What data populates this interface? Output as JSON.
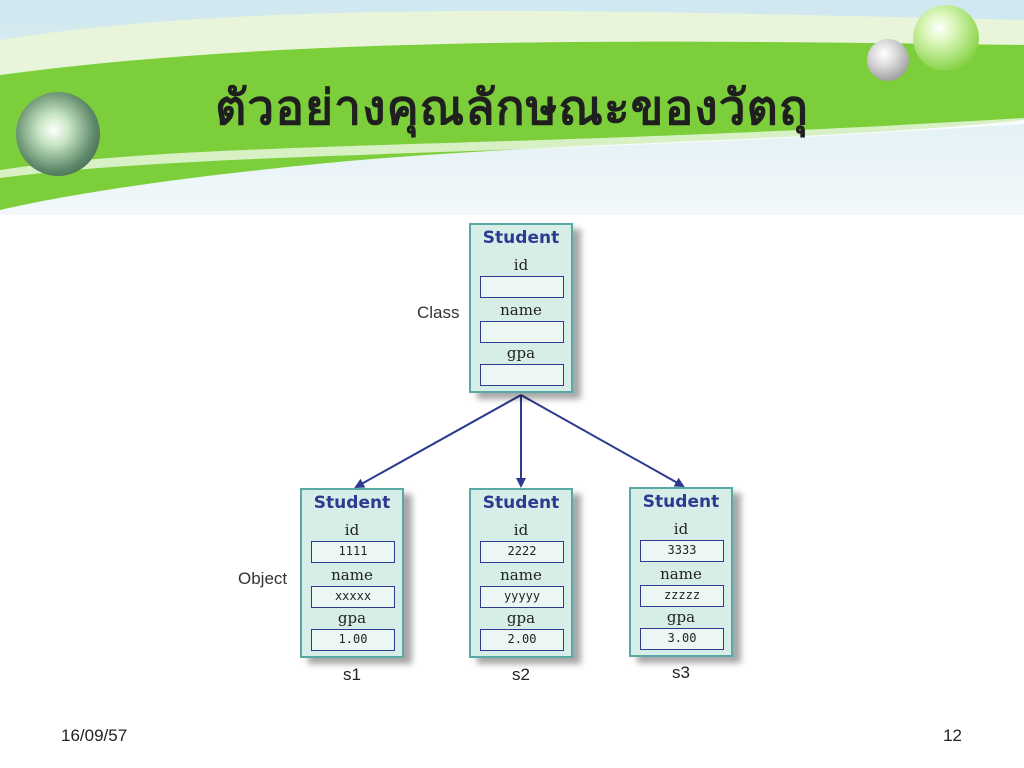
{
  "slide": {
    "title": "ตัวอย่างคุณลักษณะของวัตถุ",
    "date": "16/09/57",
    "page_number": "12"
  },
  "diagram": {
    "class_label": "Class",
    "object_label": "Object",
    "class_box": {
      "title": "Student",
      "fields": [
        {
          "label": "id",
          "value": ""
        },
        {
          "label": "name",
          "value": ""
        },
        {
          "label": "gpa",
          "value": ""
        }
      ]
    },
    "objects": [
      {
        "title": "Student",
        "instance_name": "s1",
        "fields": [
          {
            "label": "id",
            "value": "1111"
          },
          {
            "label": "name",
            "value": "xxxxx"
          },
          {
            "label": "gpa",
            "value": "1.00"
          }
        ]
      },
      {
        "title": "Student",
        "instance_name": "s2",
        "fields": [
          {
            "label": "id",
            "value": "2222"
          },
          {
            "label": "name",
            "value": "yyyyy"
          },
          {
            "label": "gpa",
            "value": "2.00"
          }
        ]
      },
      {
        "title": "Student",
        "instance_name": "s3",
        "fields": [
          {
            "label": "id",
            "value": "3333"
          },
          {
            "label": "name",
            "value": "zzzzz"
          },
          {
            "label": "gpa",
            "value": "3.00"
          }
        ]
      }
    ]
  },
  "colors": {
    "header_green": "#7ccf3a",
    "card_fill": "#d6eee7",
    "card_border": "#58a9a3",
    "arrow": "#2d3a8f"
  }
}
